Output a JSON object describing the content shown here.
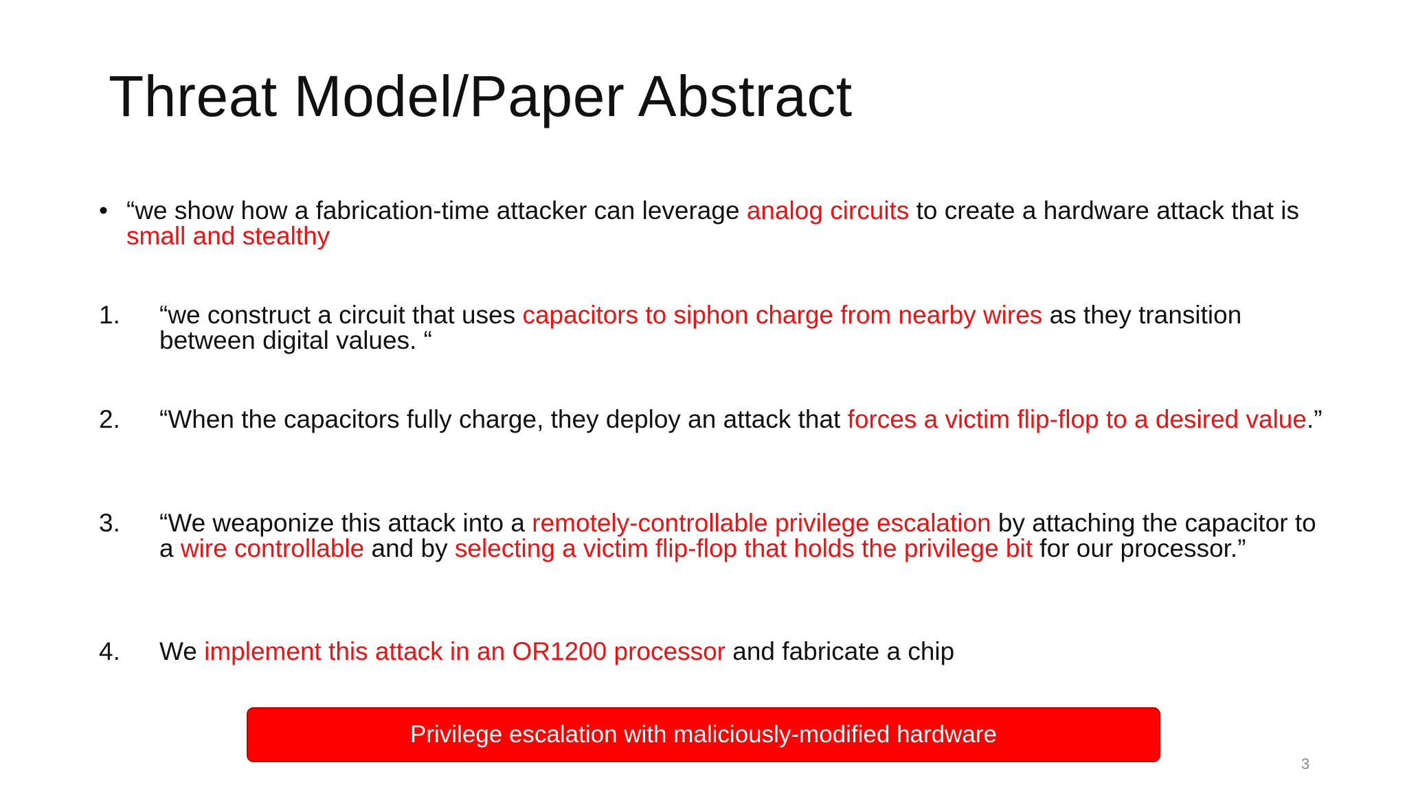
{
  "slide": {
    "title": "Threat Model/Paper Abstract",
    "items": [
      {
        "marker": "•",
        "segments": [
          {
            "text": "“we show how a fabrication-time attacker can leverage ",
            "hl": false
          },
          {
            "text": "analog circuits",
            "hl": true
          },
          {
            "text": " to create a hardware attack that is ",
            "hl": false
          },
          {
            "text": "small and stealthy",
            "hl": true
          }
        ]
      },
      {
        "marker": "1.",
        "segments": [
          {
            "text": "“we construct a circuit that uses ",
            "hl": false
          },
          {
            "text": "capacitors to siphon charge from nearby wires",
            "hl": true
          },
          {
            "text": " as they transition between digital values. “",
            "hl": false
          }
        ]
      },
      {
        "marker": "2.",
        "segments": [
          {
            "text": "“When the capacitors fully charge, they deploy an attack that ",
            "hl": false
          },
          {
            "text": "forces a victim flip-flop to a desired value",
            "hl": true
          },
          {
            "text": ".”",
            "hl": false
          }
        ]
      },
      {
        "marker": "3.",
        "segments": [
          {
            "text": "“We weaponize this attack into a ",
            "hl": false
          },
          {
            "text": "remotely-controllable privilege escalation",
            "hl": true
          },
          {
            "text": " by attaching the capacitor to a ",
            "hl": false
          },
          {
            "text": "wire controllable",
            "hl": true
          },
          {
            "text": " and by ",
            "hl": false
          },
          {
            "text": "selecting a victim flip-flop that holds the privilege bit",
            "hl": true
          },
          {
            "text": " for our processor.”",
            "hl": false
          }
        ]
      },
      {
        "marker": "4.",
        "segments": [
          {
            "text": "We ",
            "hl": false
          },
          {
            "text": "implement this attack in an OR1200 processor",
            "hl": true
          },
          {
            "text": " and fabricate a chip",
            "hl": false
          }
        ]
      }
    ],
    "banner": "Privilege escalation with maliciously-modified hardware",
    "page_number": "3",
    "colors": {
      "highlight": "#ee1111",
      "banner": "#ff0000",
      "text": "#111111"
    }
  }
}
